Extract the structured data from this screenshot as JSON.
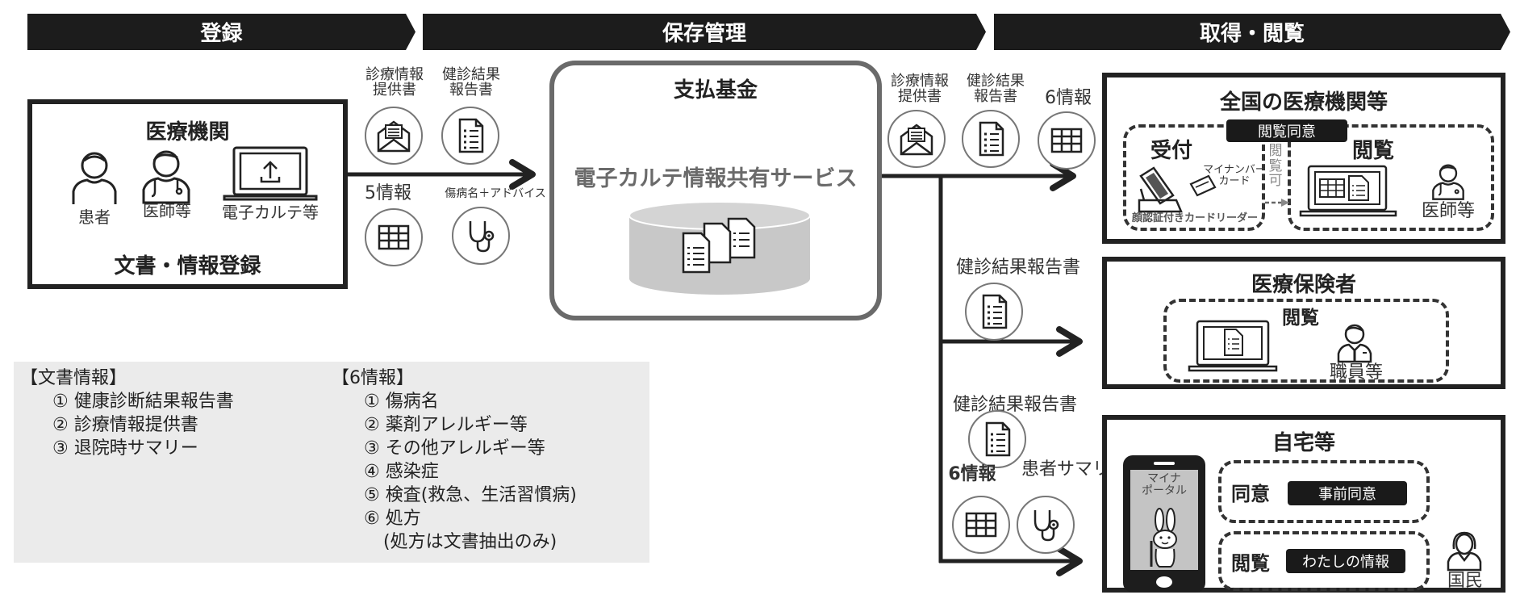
{
  "phases": [
    {
      "label": "登録"
    },
    {
      "label": "保存管理"
    },
    {
      "label": "取得・閲覧"
    }
  ],
  "registration": {
    "title": "医療機関",
    "actors": [
      {
        "label": "患者",
        "icon": "patient-icon"
      },
      {
        "label": "医師等",
        "icon": "doctor-icon"
      },
      {
        "label": "電子カルテ等",
        "icon": "laptop-upload-icon"
      }
    ],
    "footer": "文書・情報登録",
    "outputs": [
      {
        "label": "診療情報\n提供書",
        "line1": "診療情報",
        "line2": "提供書",
        "icon": "envelope-document-icon"
      },
      {
        "label": "健診結果\n報告書",
        "line1": "健診結果",
        "line2": "報告書",
        "icon": "document-list-icon"
      },
      {
        "label": "5情報",
        "icon": "table-grid-icon"
      },
      {
        "label": "傷病名＋アドバイス",
        "icon": "stethoscope-icon"
      }
    ]
  },
  "storage": {
    "title": "支払基金",
    "service": "電子カルテ情報共有サービス",
    "icon": "database-documents-icon"
  },
  "retrieval": {
    "flow_to_medical": [
      {
        "line1": "診療情報",
        "line2": "提供書",
        "icon": "envelope-document-icon"
      },
      {
        "line1": "健診結果",
        "line2": "報告書",
        "icon": "document-list-icon"
      },
      {
        "line1": "6情報",
        "line2": "",
        "icon": "table-grid-icon"
      }
    ],
    "flow_to_insurer": {
      "label": "健診結果報告書",
      "icon": "document-list-icon"
    },
    "flow_to_home": {
      "doc_label": "健診結果報告書",
      "info_label": "6情報",
      "summary_label": "患者サマリー",
      "summary_label_visible": "患者サマリ"
    },
    "medical_institutions": {
      "title": "全国の医療機関等",
      "consent_badge": "閲覧同意",
      "reception": {
        "title": "受付",
        "card_label_1": "マイナンバー",
        "card_label_2": "カード",
        "reader_label": "顔認証付きカードリーダー"
      },
      "permission_label": "閲覧可",
      "viewing": {
        "title": "閲覧",
        "actor": "医師等"
      }
    },
    "insurer": {
      "title": "医療保険者",
      "viewing": {
        "title": "閲覧",
        "actor": "職員等"
      }
    },
    "home": {
      "title": "自宅等",
      "phone_app_line1": "マイナ",
      "phone_app_line2": "ポータル",
      "consent": {
        "title": "同意",
        "badge": "事前同意"
      },
      "viewing": {
        "title": "閲覧",
        "badge": "わたしの情報"
      },
      "actor": "国民"
    }
  },
  "legend": {
    "documents": {
      "header": "【文書情報】",
      "items": [
        "① 健康診断結果報告書",
        "② 診療情報提供書",
        "③ 退院時サマリー"
      ]
    },
    "six_info": {
      "header": "【6情報】",
      "items": [
        "① 傷病名",
        "② 薬剤アレルギー等",
        "③ その他アレルギー等",
        "④ 感染症",
        "⑤ 検査(救急、生活習慣病)",
        "⑥ 処方"
      ],
      "note": "(処方は文書抽出のみ)"
    }
  },
  "colors": {
    "phase_bar": "#1c1c1c",
    "box_border": "#222222",
    "storage_border": "#6a6a6a",
    "legend_bg": "#ebebeb",
    "cylinder": "#c8c8c8"
  }
}
